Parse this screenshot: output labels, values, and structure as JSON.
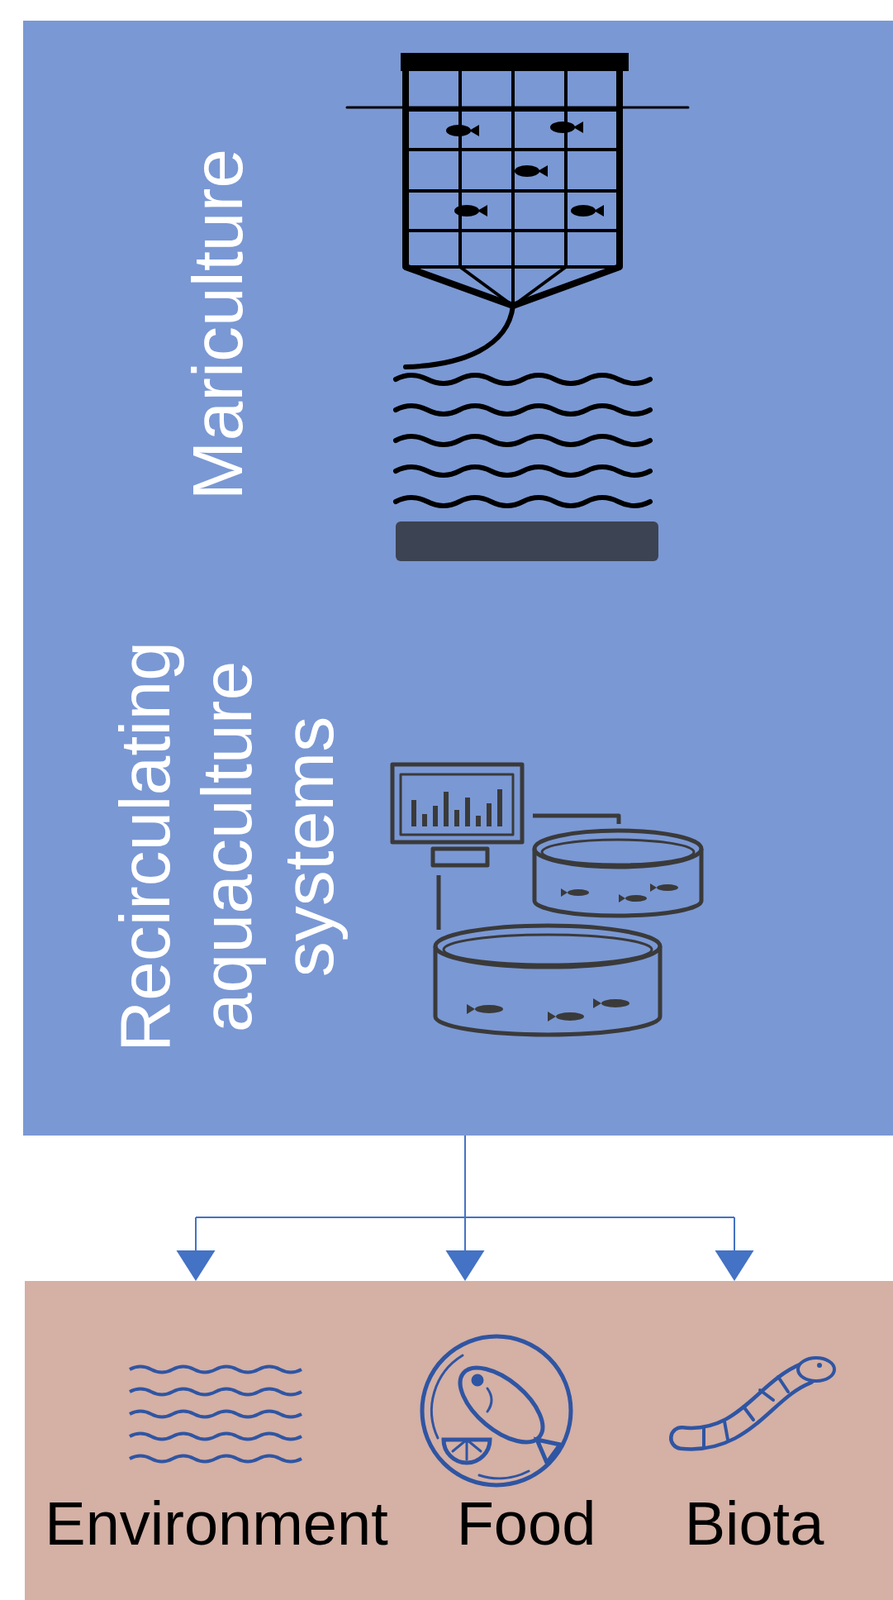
{
  "diagram": {
    "nodes": [
      {
        "text": [
          "Mariculture",
          "Recirculating aquaculture systems"
        ]
      },
      {
        "text": [
          "Environment",
          "Food",
          "Biota"
        ]
      }
    ],
    "edges": [
      {
        "from": 0,
        "to": 1,
        "arrow": "to"
      }
    ]
  }
}
